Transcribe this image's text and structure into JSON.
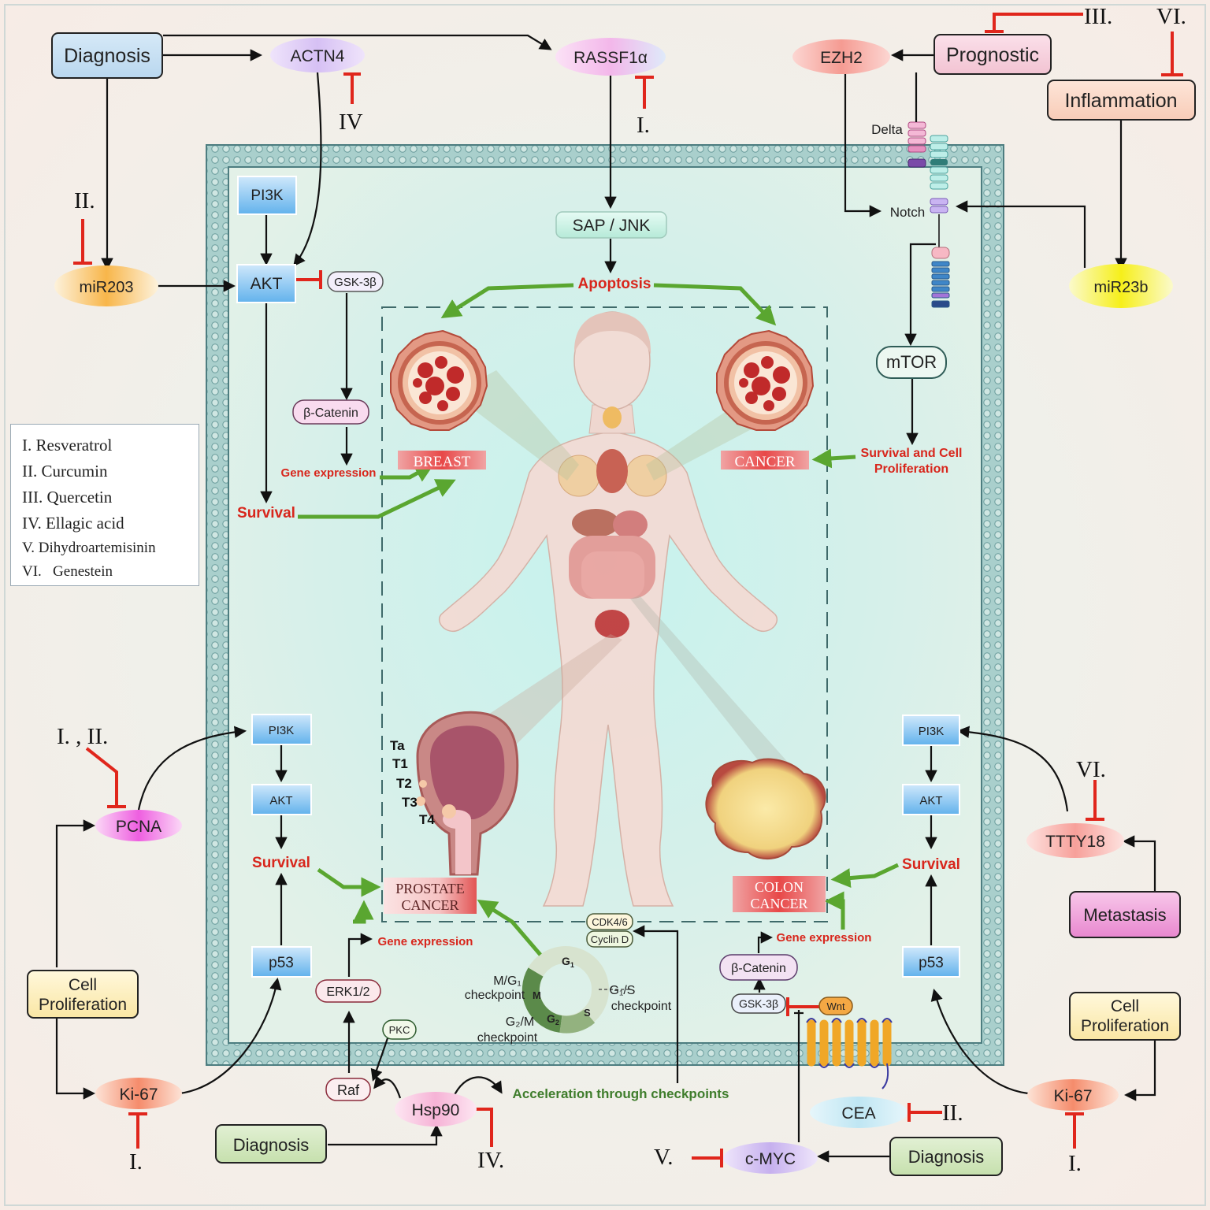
{
  "colors": {
    "inhibit": "#e0261c",
    "activate": "#5aa630",
    "red_text": "#d8261c",
    "green_text": "#3f7d2c",
    "membrane": "#5f8f92"
  },
  "legend": [
    "I. Resveratrol",
    "II. Curcumin",
    "III. Quercetin",
    "IV. Ellagic acid",
    "V. Dihydroartemisinin",
    "VI.   Genestein"
  ],
  "boxes": {
    "diagnosis_top": "Diagnosis",
    "prognostic": "Prognostic",
    "inflammation": "Inflammation",
    "diagnosis_bottom_left": "Diagnosis",
    "diagnosis_bottom_right": "Diagnosis",
    "metastasis": "Metastasis",
    "cell_proliferation_left": [
      "Cell",
      "Proliferation"
    ],
    "cell_proliferation_right": [
      "Cell",
      "Proliferation"
    ]
  },
  "ovals": {
    "actn4": "ACTN4",
    "rassf1a": "RASSF1α",
    "ezh2": "EZH2",
    "mir203": "miR203",
    "mir23b": "miR23b",
    "pcna": "PCNA",
    "ki67_left": "Ki-67",
    "ki67_right": "Ki-67",
    "ttty18": "TTTY18",
    "hsp90": "Hsp90",
    "cea": "CEA",
    "cmyc": "c-MYC"
  },
  "signal_boxes": {
    "pi3k_top": "PI3K",
    "akt_top": "AKT",
    "sap_jnk": "SAP / JNK",
    "pi3k_bl": "PI3K",
    "akt_bl": "AKT",
    "p53_bl": "p53",
    "pi3k_br": "PI3K",
    "akt_br": "AKT",
    "p53_br": "p53"
  },
  "small_nodes": {
    "gsk3b_top": "GSK-3β",
    "b_catenin_top": "β-Catenin",
    "mtor": "mTOR",
    "erk12": "ERK1/2",
    "pkc": "PKC",
    "raf": "Raf",
    "cdk46": "CDK4/6",
    "cyclin_d": "Cyclin D",
    "b_catenin_bottom": "β-Catenin",
    "gsk3b_bottom": "GSK-3β",
    "wnt": "Wnt"
  },
  "texts": {
    "apoptosis": "Apoptosis",
    "gene_expression_top": "Gene expression",
    "survival_top": "Survival",
    "survival_cell_prolif": [
      "Survival and Cell",
      "Proliferation"
    ],
    "survival_bl": "Survival",
    "survival_br": "Survival",
    "gene_expression_bl": "Gene expression",
    "gene_expression_br": "Gene expression",
    "acceleration": "Acceleration through checkpoints",
    "delta": "Delta",
    "notch": "Notch"
  },
  "cancer_labels": {
    "breast": "BREAST",
    "cancer": "CANCER",
    "prostate": [
      "PROSTATE",
      "CANCER"
    ],
    "colon": [
      "COLON",
      "CANCER"
    ]
  },
  "cell_cycle": {
    "g1": "G",
    "g1_sub": "1",
    "s": "S",
    "g2": "G",
    "g2_sub": "2",
    "m": "M",
    "g1s": [
      "G₁/S",
      "checkpoint"
    ],
    "mg1": [
      "M/G₁",
      "checkpoint"
    ],
    "g2m": [
      "G₂/M",
      "checkpoint"
    ]
  },
  "stages": [
    "Ta",
    "T1",
    "T2",
    "T3",
    "T4"
  ],
  "numerals": {
    "iii_top": "III.",
    "vi_top": "VI.",
    "iv_actn4": "IV",
    "i_rassf": "I.",
    "ii_mir203": "II.",
    "i_ii_pcna": "I. , II.",
    "vi_ttty18": "VI.",
    "i_ki67_left": "I.",
    "iv_hsp90": "IV.",
    "v_cmyc": "V.",
    "ii_cea": "II.",
    "i_ki67_right": "I."
  }
}
